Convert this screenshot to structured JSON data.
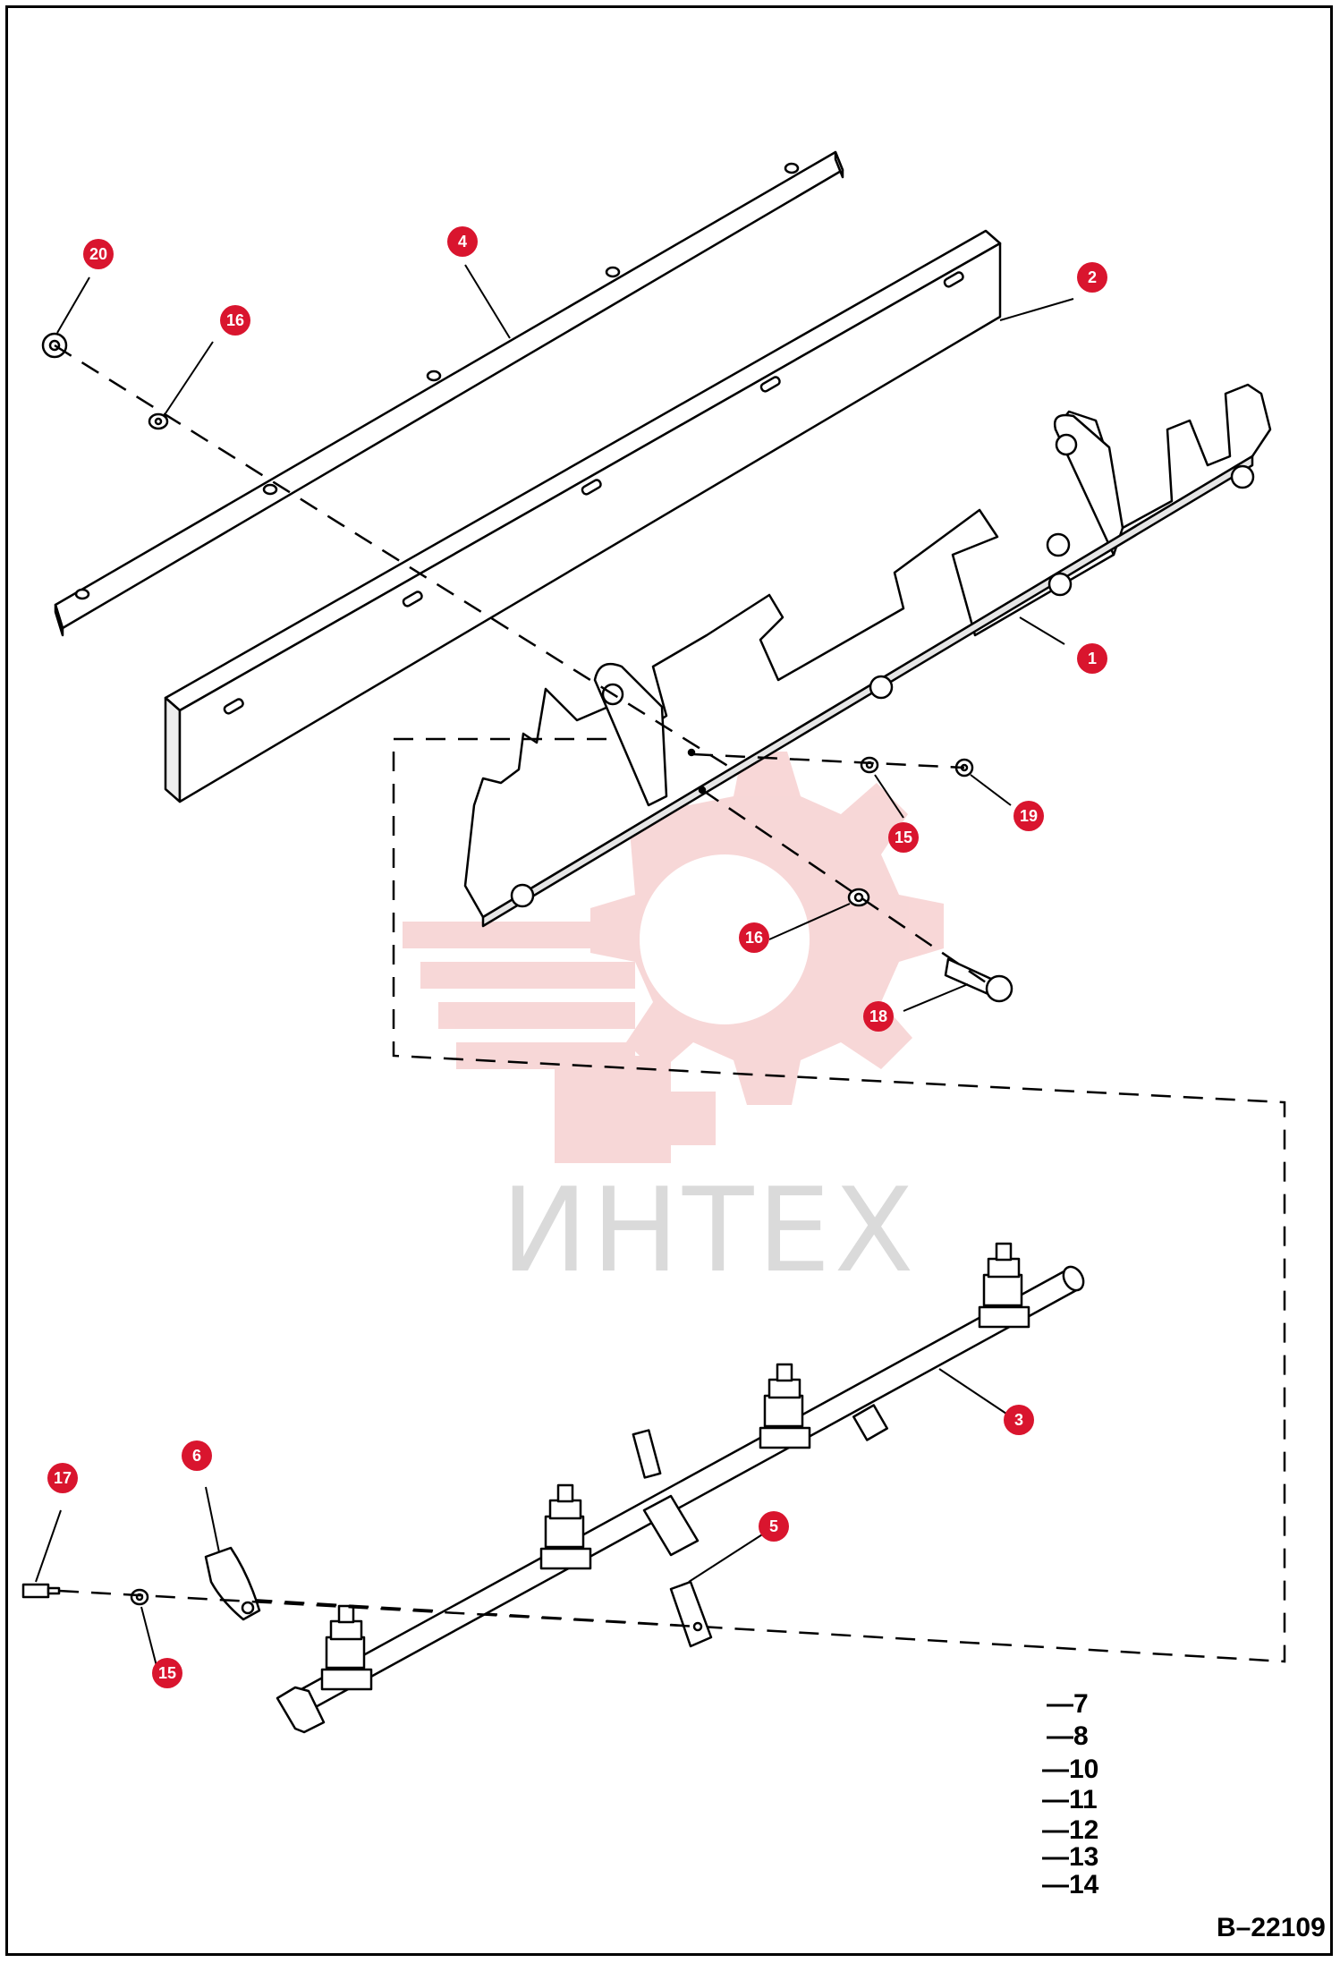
{
  "watermark": {
    "text": "ИНТЕХ",
    "color": "#f2b7b7"
  },
  "drawing_id": "B–22109",
  "callout_color": "#d9152e",
  "callouts": [
    {
      "id": "20"
    },
    {
      "id": "4"
    },
    {
      "id": "2"
    },
    {
      "id": "16"
    },
    {
      "id": "1"
    },
    {
      "id": "19"
    },
    {
      "id": "15"
    },
    {
      "id": "16"
    },
    {
      "id": "18"
    },
    {
      "id": "3"
    },
    {
      "id": "6"
    },
    {
      "id": "17"
    },
    {
      "id": "5"
    },
    {
      "id": "15"
    }
  ],
  "kit_items": [
    "—7",
    "—8",
    "—10",
    "—11",
    "—12",
    "—13",
    "—14"
  ]
}
